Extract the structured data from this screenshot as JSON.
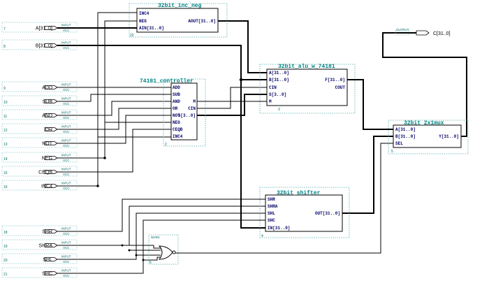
{
  "colors": {
    "wire": "#000000",
    "frame": "#55aaaa",
    "title": "#008080",
    "port": "#000066",
    "background": "#ffffff"
  },
  "io_tags": {
    "input": "INPUT",
    "vcc": "VCC",
    "output": "OUTPUT"
  },
  "inputs": [
    {
      "label": "A[31..0]",
      "num": "7"
    },
    {
      "label": "B[31..0]",
      "num": "8"
    },
    {
      "label": "ADD",
      "num": "9"
    },
    {
      "label": "SUB",
      "num": "10"
    },
    {
      "label": "AND",
      "num": "11"
    },
    {
      "label": "OR",
      "num": "12"
    },
    {
      "label": "NOT",
      "num": "13"
    },
    {
      "label": "NEG",
      "num": "14"
    },
    {
      "label": "CEQB",
      "num": "15"
    },
    {
      "label": "INC4",
      "num": "16"
    },
    {
      "label": "SHR",
      "num": "18"
    },
    {
      "label": "SHRA",
      "num": "19"
    },
    {
      "label": "SHL",
      "num": "20"
    },
    {
      "label": "SHC",
      "num": "21"
    }
  ],
  "output": {
    "label": "C[31..0]"
  },
  "blocks": {
    "inc_neg": {
      "title": "32bit_inc_neg",
      "ports_left": [
        "INC4",
        "NEG",
        "AIN[31..0]"
      ],
      "ports_right": [
        "AOUT[31..0]"
      ],
      "num": "22"
    },
    "alu": {
      "title": "32bit_alu_w_74181",
      "ports_left": [
        "A[31..0]",
        "B[31..0]",
        "CIN",
        "S[3..0]",
        "M"
      ],
      "ports_right": [
        "F[31..0]",
        "COUT"
      ],
      "num": "3"
    },
    "controller": {
      "title": "74181_controller",
      "ports_left": [
        "ADD",
        "SUB",
        "AND",
        "OR",
        "NOT",
        "NEG",
        "CEQB",
        "INC4"
      ],
      "ports_right": [
        "M",
        "CIN",
        "S[3..0]"
      ],
      "num": "2"
    },
    "mux": {
      "title": "32bit_2x1mux",
      "ports_left": [
        "A[31..0]",
        "B[31..0]",
        "SEL"
      ],
      "ports_right": [
        "Y[31..0]"
      ],
      "num": "5"
    },
    "shifter": {
      "title": "32bit_shifter",
      "ports_left": [
        "SHR",
        "SHRA",
        "SHL",
        "SHC",
        "IN[31..0]"
      ],
      "ports_right": [
        "OUT[31..0]"
      ],
      "num": "4"
    }
  },
  "gate": {
    "label": "NOR4",
    "num": "6"
  }
}
